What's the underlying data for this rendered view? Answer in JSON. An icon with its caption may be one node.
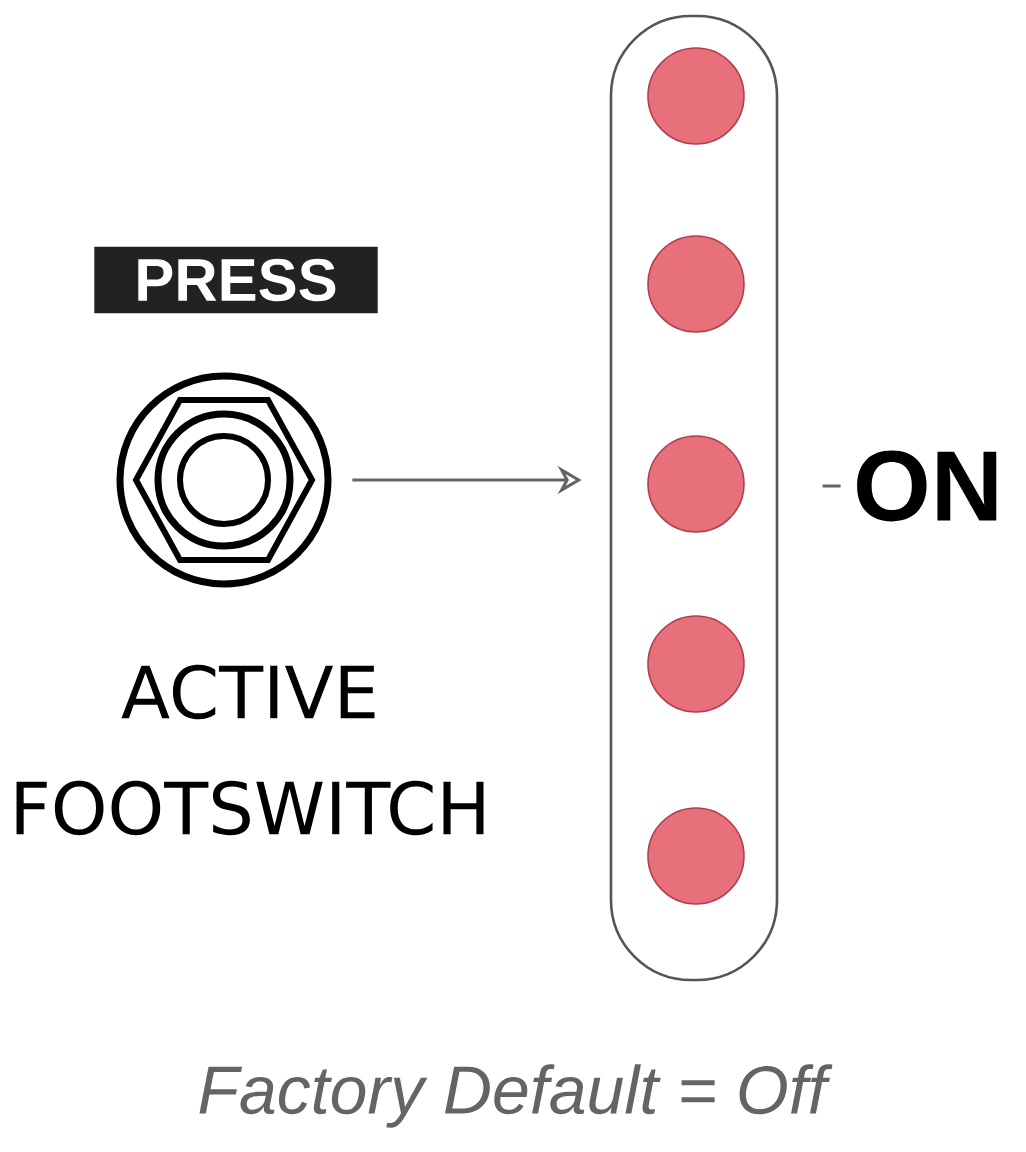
{
  "diagram": {
    "caption": "Factory Default = Off",
    "nodes": [
      {
        "text": [
          "PRESS"
        ]
      },
      {
        "text": [],
        "shape": "picture",
        "beside": [
          "ACTIVE FOOTSWITCH"
        ]
      },
      {
        "text": [],
        "shape": "box"
      },
      {
        "text": [],
        "shape": "circle",
        "in": 2
      },
      {
        "text": [],
        "shape": "circle",
        "in": 2
      },
      {
        "text": [],
        "shape": "circle",
        "in": 2
      },
      {
        "text": [],
        "shape": "circle",
        "in": 2
      },
      {
        "text": [],
        "shape": "circle",
        "in": 2
      },
      {
        "text": [
          "ON"
        ]
      }
    ],
    "edges": [
      {
        "from": 1,
        "to": 2,
        "arrow": "to"
      },
      {
        "from": 8,
        "to": null,
        "arrow": "none"
      }
    ]
  }
}
